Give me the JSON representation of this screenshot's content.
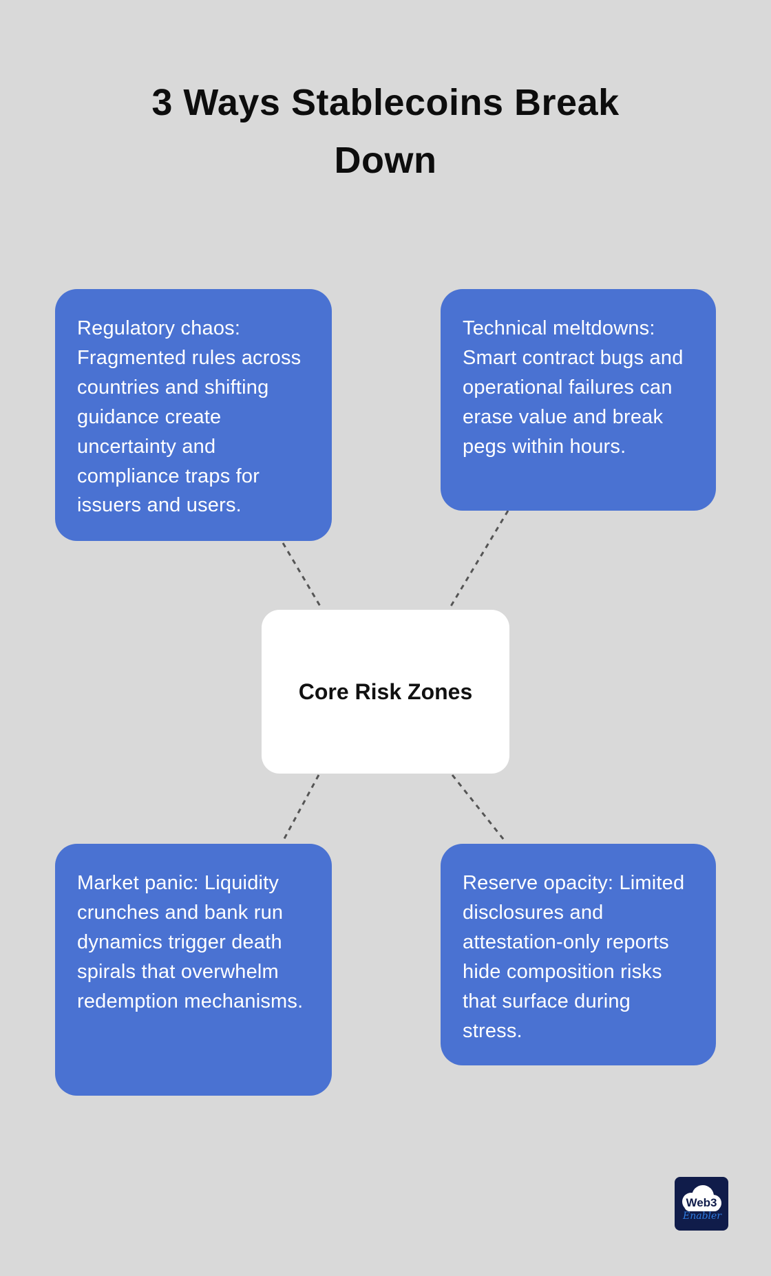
{
  "title": "3 Ways Stablecoins Break Down",
  "center": {
    "label": "Core Risk Zones"
  },
  "nodes": [
    {
      "id": "regulatory-chaos",
      "text": "Regulatory chaos: Fragmented rules across countries and shifting guidance create uncertainty and compliance traps for issuers and users."
    },
    {
      "id": "technical-meltdowns",
      "text": "Technical meltdowns: Smart contract bugs and operational failures can erase value and break pegs within hours."
    },
    {
      "id": "market-panic",
      "text": "Market panic: Liquidity crunches and bank run dynamics trigger death spirals that overwhelm redemption mechanisms."
    },
    {
      "id": "reserve-opacity",
      "text": "Reserve opacity: Limited disclosures and attestation-only reports hide composition risks that surface during stress."
    }
  ],
  "logo": {
    "brand": "Web3",
    "sub": "Enabler"
  },
  "colors": {
    "background": "#d9d9d9",
    "node_fill": "#4a72d2",
    "node_text": "#ffffff",
    "center_fill": "#ffffff",
    "center_text": "#111111",
    "connector": "#555555",
    "logo_bg": "#101c4a",
    "logo_accent": "#2f7be0"
  }
}
